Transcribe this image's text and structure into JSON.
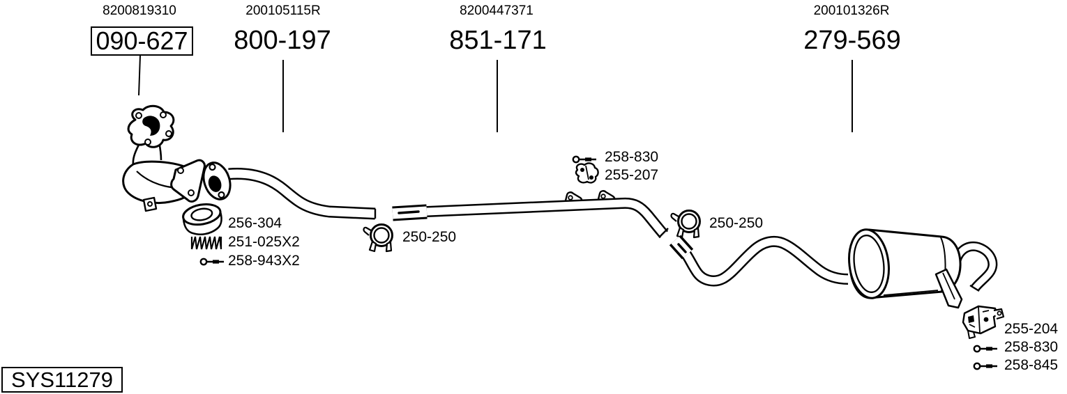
{
  "diagram": {
    "system_code": "SYS11279",
    "colors": {
      "ink": "#000000",
      "background": "#ffffff"
    },
    "assemblies": [
      {
        "oem_ref": "8200819310",
        "part_number": "090-627",
        "boxed": true,
        "item": "catalyst-front-manifold"
      },
      {
        "oem_ref": "200105115R",
        "part_number": "800-197",
        "boxed": false,
        "item": "front-pipe"
      },
      {
        "oem_ref": "8200447371",
        "part_number": "851-171",
        "boxed": false,
        "item": "center-pipe"
      },
      {
        "oem_ref": "200101326R",
        "part_number": "279-569",
        "boxed": false,
        "item": "rear-muffler"
      }
    ],
    "hardware_labels": [
      {
        "part_number": "256-304",
        "item": "flange-gasket-ring"
      },
      {
        "part_number": "251-025X2",
        "item": "spring"
      },
      {
        "part_number": "258-943X2",
        "item": "flange-bolt"
      },
      {
        "part_number": "250-250",
        "item": "pipe-clamp-front"
      },
      {
        "part_number": "258-830",
        "item": "bolt-center"
      },
      {
        "part_number": "255-207",
        "item": "rubber-mount"
      },
      {
        "part_number": "250-250",
        "item": "pipe-clamp-rear"
      },
      {
        "part_number": "255-204",
        "item": "rear-hanger-bracket"
      },
      {
        "part_number": "258-830",
        "item": "bolt-rear-1"
      },
      {
        "part_number": "258-845",
        "item": "bolt-rear-2"
      }
    ]
  }
}
